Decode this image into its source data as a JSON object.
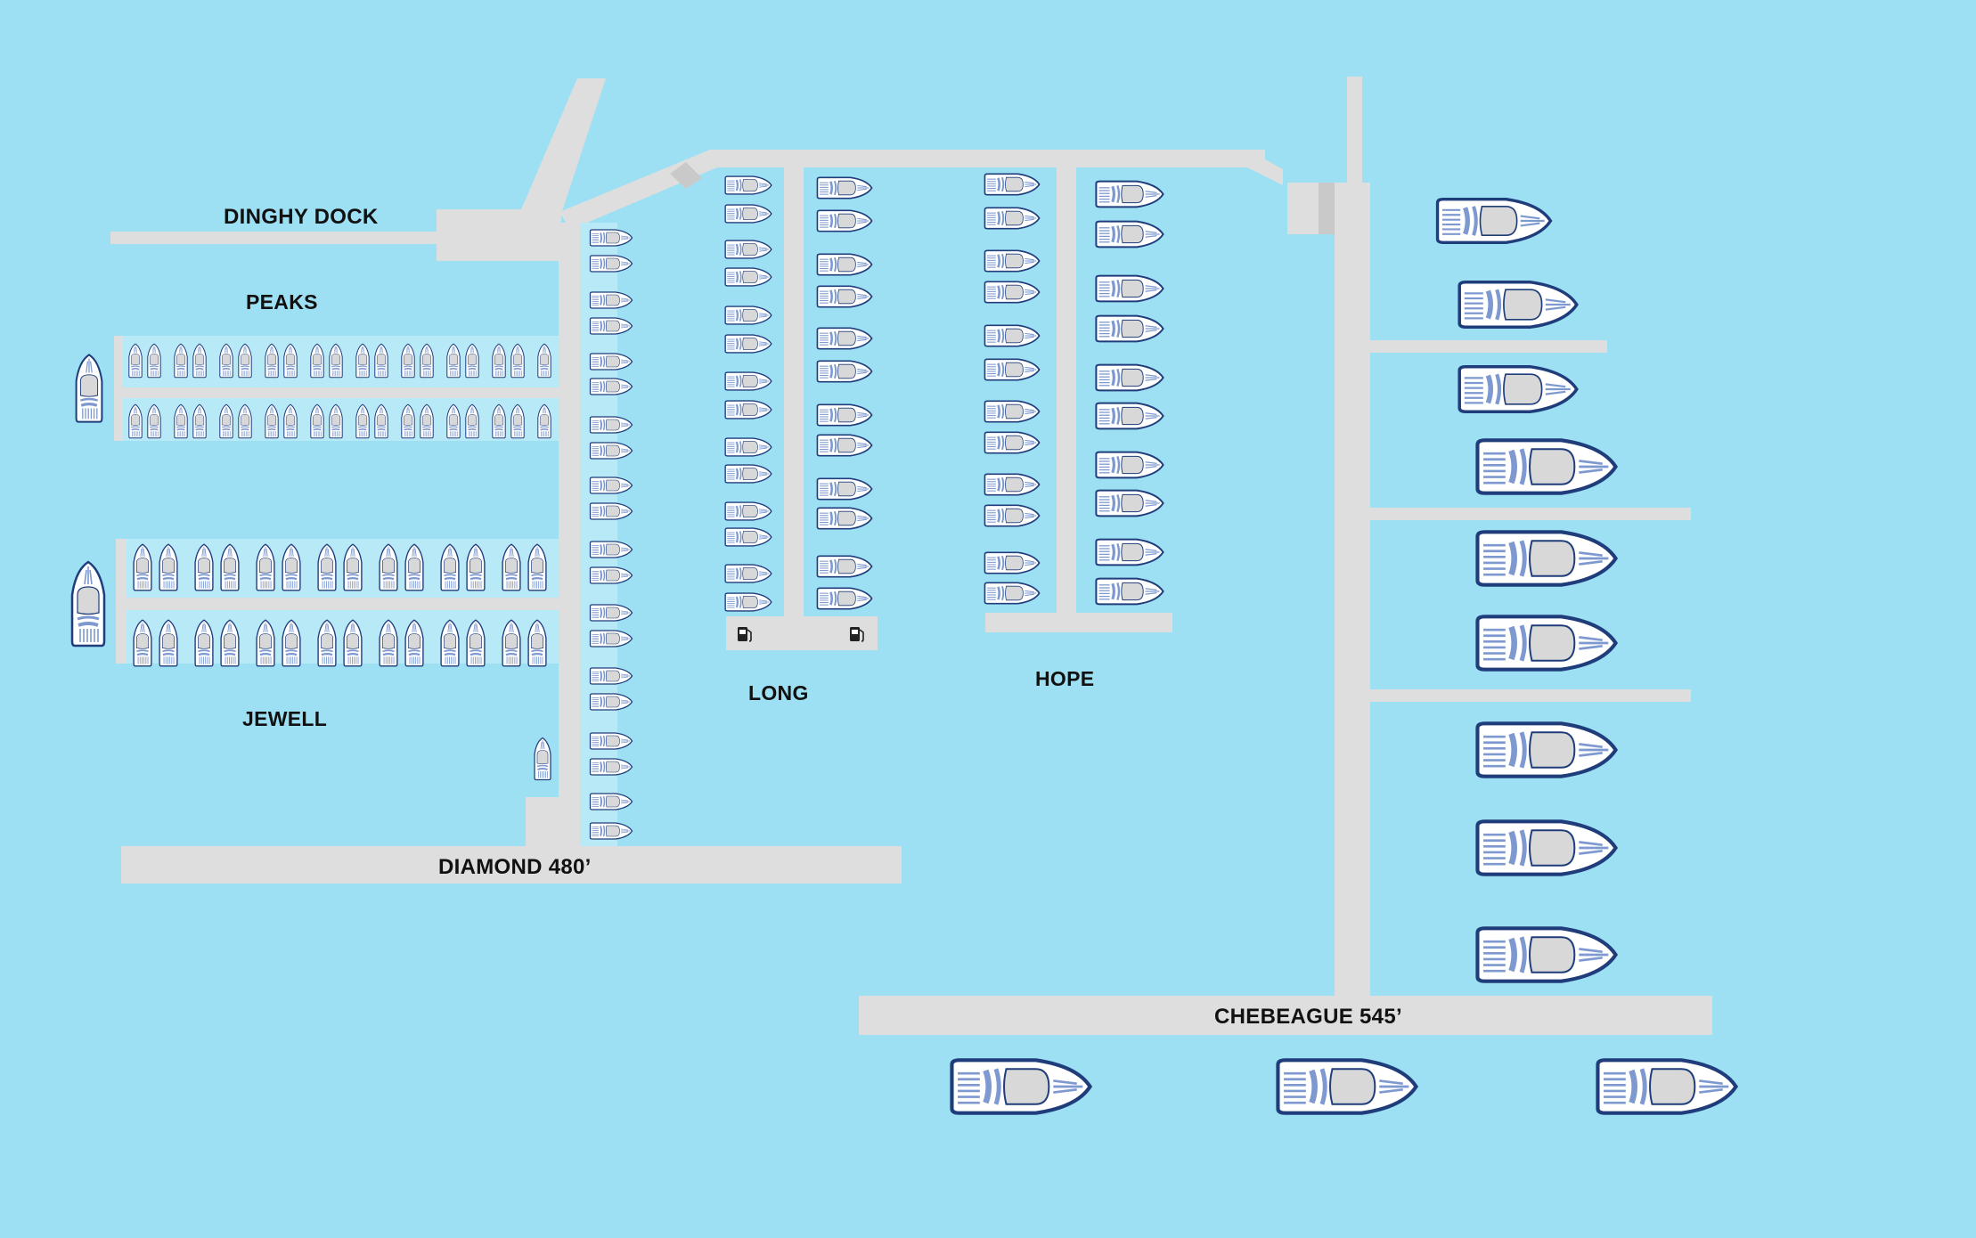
{
  "colors": {
    "water": "#9ee0f3",
    "dock": "#dedede",
    "boat_hull": "#ffffff",
    "boat_outline": "#1f3d7a",
    "boat_deck": "#7d99cf",
    "boat_cabin": "#d8d8d8",
    "label": "#111111"
  },
  "docks": {
    "dinghy": "DINGHY DOCK",
    "peaks": "PEAKS",
    "jewell": "JEWELL",
    "long": "LONG",
    "hope": "HOPE",
    "diamond": "DIAMOND 480’",
    "chebeague": "CHEBEAGUE 545’"
  },
  "icons": {
    "fuel": "fuel-pump-icon",
    "boat": "boat-icon"
  }
}
